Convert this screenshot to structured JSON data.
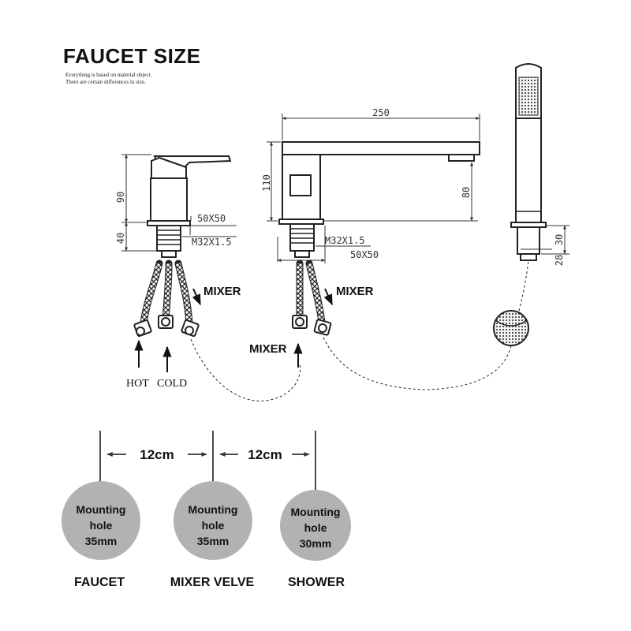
{
  "header": {
    "title": "FAUCET SIZE",
    "note_line1": "Everything is based on material object.",
    "note_line2": "There are certain differences in size."
  },
  "dimensions": {
    "faucet_height": "90",
    "faucet_base": "40",
    "faucet_square": "50X50",
    "faucet_thread": "M32X1.5",
    "spout_length": "250",
    "spout_height": "110",
    "spout_outlet": "80",
    "spout_thread": "M32X1.5",
    "spout_square": "50X50",
    "shower_base": "30",
    "shower_width": "28"
  },
  "labels": {
    "mixer_left": "MIXER",
    "mixer_right": "MIXER",
    "mixer_mid": "MIXER",
    "hot": "HOT",
    "cold": "COLD"
  },
  "spacing": {
    "gap1": "12cm",
    "gap2": "12cm"
  },
  "holes": [
    {
      "line1": "Mounting",
      "line2": "hole",
      "line3": "35mm",
      "caption": "FAUCET"
    },
    {
      "line1": "Mounting",
      "line2": "hole",
      "line3": "35mm",
      "caption": "MIXER VELVE"
    },
    {
      "line1": "Mounting",
      "line2": "hole",
      "line3": "30mm",
      "caption": "SHOWER"
    }
  ],
  "colors": {
    "hole_fill": "#b2b2b2",
    "line": "#333333"
  }
}
